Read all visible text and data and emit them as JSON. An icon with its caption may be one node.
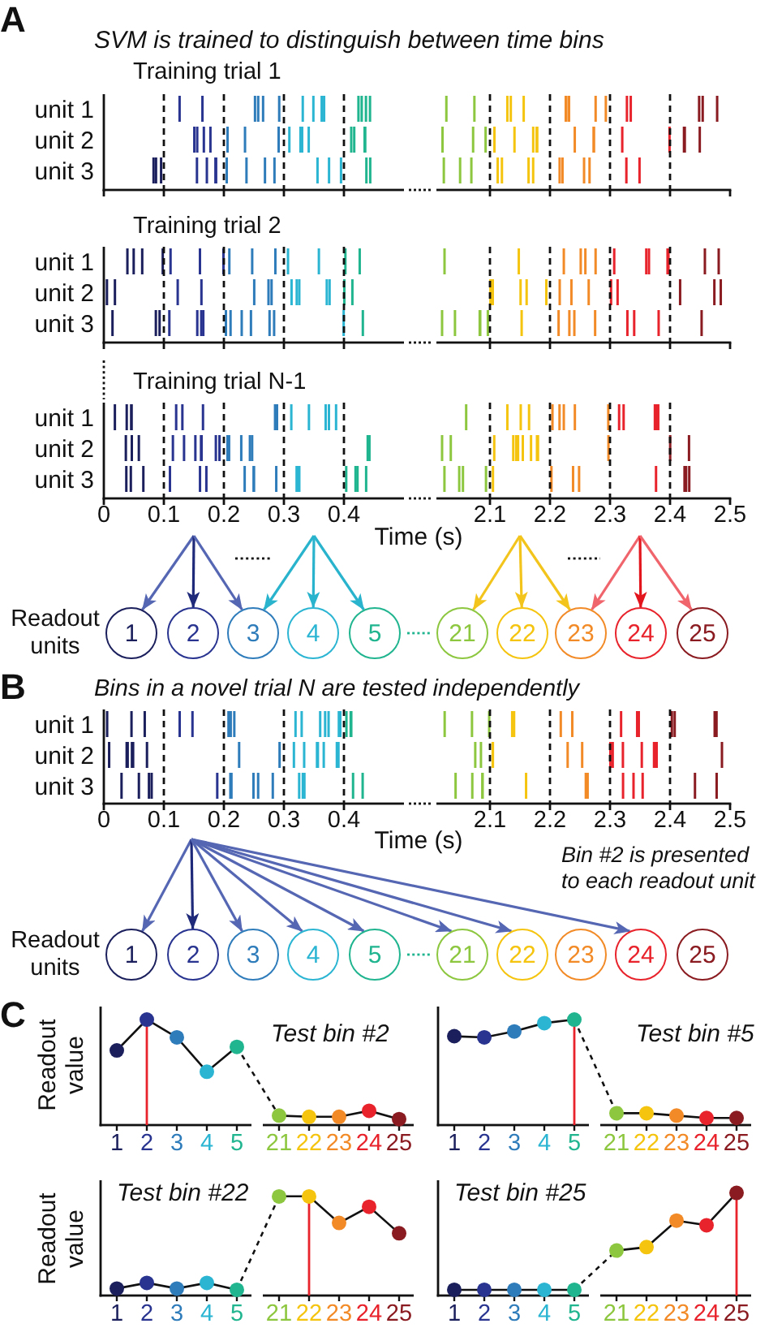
{
  "diagram": {
    "nodes": [
      {
        "text": [
          "1"
        ]
      },
      {
        "text": [
          "2"
        ]
      },
      {
        "text": [
          "3"
        ]
      },
      {
        "text": [
          "4"
        ]
      },
      {
        "text": [
          "5"
        ]
      },
      {
        "text": [
          "21"
        ]
      },
      {
        "text": [
          "22"
        ]
      },
      {
        "text": [
          "23"
        ]
      },
      {
        "text": [
          "24"
        ]
      },
      {
        "text": [
          "25"
        ]
      },
      {
        "text": [
          "1"
        ]
      },
      {
        "text": [
          "2"
        ]
      },
      {
        "text": [
          "3"
        ]
      },
      {
        "text": [
          "4"
        ]
      },
      {
        "text": [
          "5"
        ]
      },
      {
        "text": [
          "21"
        ]
      },
      {
        "text": [
          "22"
        ]
      },
      {
        "text": [
          "23"
        ]
      },
      {
        "text": [
          "24"
        ]
      },
      {
        "text": [
          "25"
        ]
      }
    ],
    "edges": [
      {
        "from": null,
        "to": 0,
        "arrow": "to"
      },
      {
        "from": null,
        "to": 1,
        "arrow": "to",
        "color": "#1f2a7a"
      },
      {
        "from": null,
        "to": 2,
        "arrow": "to"
      },
      {
        "from": null,
        "to": 2,
        "arrow": "to",
        "color": "#29b3cc"
      },
      {
        "from": null,
        "to": 3,
        "arrow": "to",
        "color": "#29b3cc"
      },
      {
        "from": null,
        "to": 4,
        "arrow": "to",
        "color": "#29b3cc"
      },
      {
        "from": null,
        "to": 5,
        "arrow": "to",
        "color": "#f2c41c"
      },
      {
        "from": null,
        "to": 6,
        "arrow": "to",
        "color": "#f2c41c"
      },
      {
        "from": null,
        "to": 7,
        "arrow": "to",
        "color": "#f2c41c"
      },
      {
        "from": null,
        "to": 7,
        "arrow": "to",
        "color": "#f0646c"
      },
      {
        "from": null,
        "to": 8,
        "arrow": "to",
        "color": "#e3161e"
      },
      {
        "from": null,
        "to": 9,
        "arrow": "to",
        "color": "#f0646c"
      },
      {
        "from": null,
        "to": 10,
        "arrow": "to"
      },
      {
        "from": null,
        "to": 11,
        "arrow": "to",
        "color": "#1f2a7a"
      },
      {
        "from": null,
        "to": 12,
        "arrow": "to"
      },
      {
        "from": null,
        "to": 13,
        "arrow": "to"
      },
      {
        "from": null,
        "to": 14,
        "arrow": "to"
      },
      {
        "from": null,
        "to": 15,
        "arrow": "to"
      },
      {
        "from": null,
        "to": 16,
        "arrow": "to"
      },
      {
        "from": null,
        "to": 18,
        "arrow": "to"
      }
    ],
    "labels": [
      "A",
      "SVM is trained to distinguish between time bins",
      "Training trial 1",
      "unit 1",
      "unit 2",
      "unit 3",
      "Training trial 2",
      "unit 1",
      "unit 2",
      "unit 3",
      "Training trial N-1",
      "unit 1",
      "unit 2",
      "unit 3",
      "0",
      "0.1",
      "0.2",
      "0.3",
      "0.4",
      "2.1",
      "2.2",
      "2.3",
      "2.4",
      "2.5",
      "Time (s)",
      "Readout units",
      "B",
      "Bins in a novel trial N are tested independently",
      "unit 1",
      "unit 2",
      "unit 3",
      "0",
      "0.1",
      "0.2",
      "0.3",
      "0.4",
      "2.1",
      "2.2",
      "2.3",
      "2.4",
      "2.5",
      "Time (s)",
      "Bin #2 is presented to each readout unit",
      "Readout units",
      "C",
      "Readout value",
      "Test bin #2",
      "1",
      "2",
      "3",
      "4",
      "5",
      "21",
      "22",
      "23",
      "24",
      "25",
      "Test bin #5",
      "1",
      "2",
      "3",
      "4",
      "5",
      "21",
      "22",
      "23",
      "24",
      "25",
      "Readout value",
      "Test bin #22",
      "1",
      "2",
      "3",
      "4",
      "5",
      "21",
      "22",
      "23",
      "24",
      "25",
      "Test bin #25",
      "1",
      "2",
      "3",
      "4",
      "5",
      "21",
      "22",
      "23",
      "24",
      "25"
    ]
  }
}
